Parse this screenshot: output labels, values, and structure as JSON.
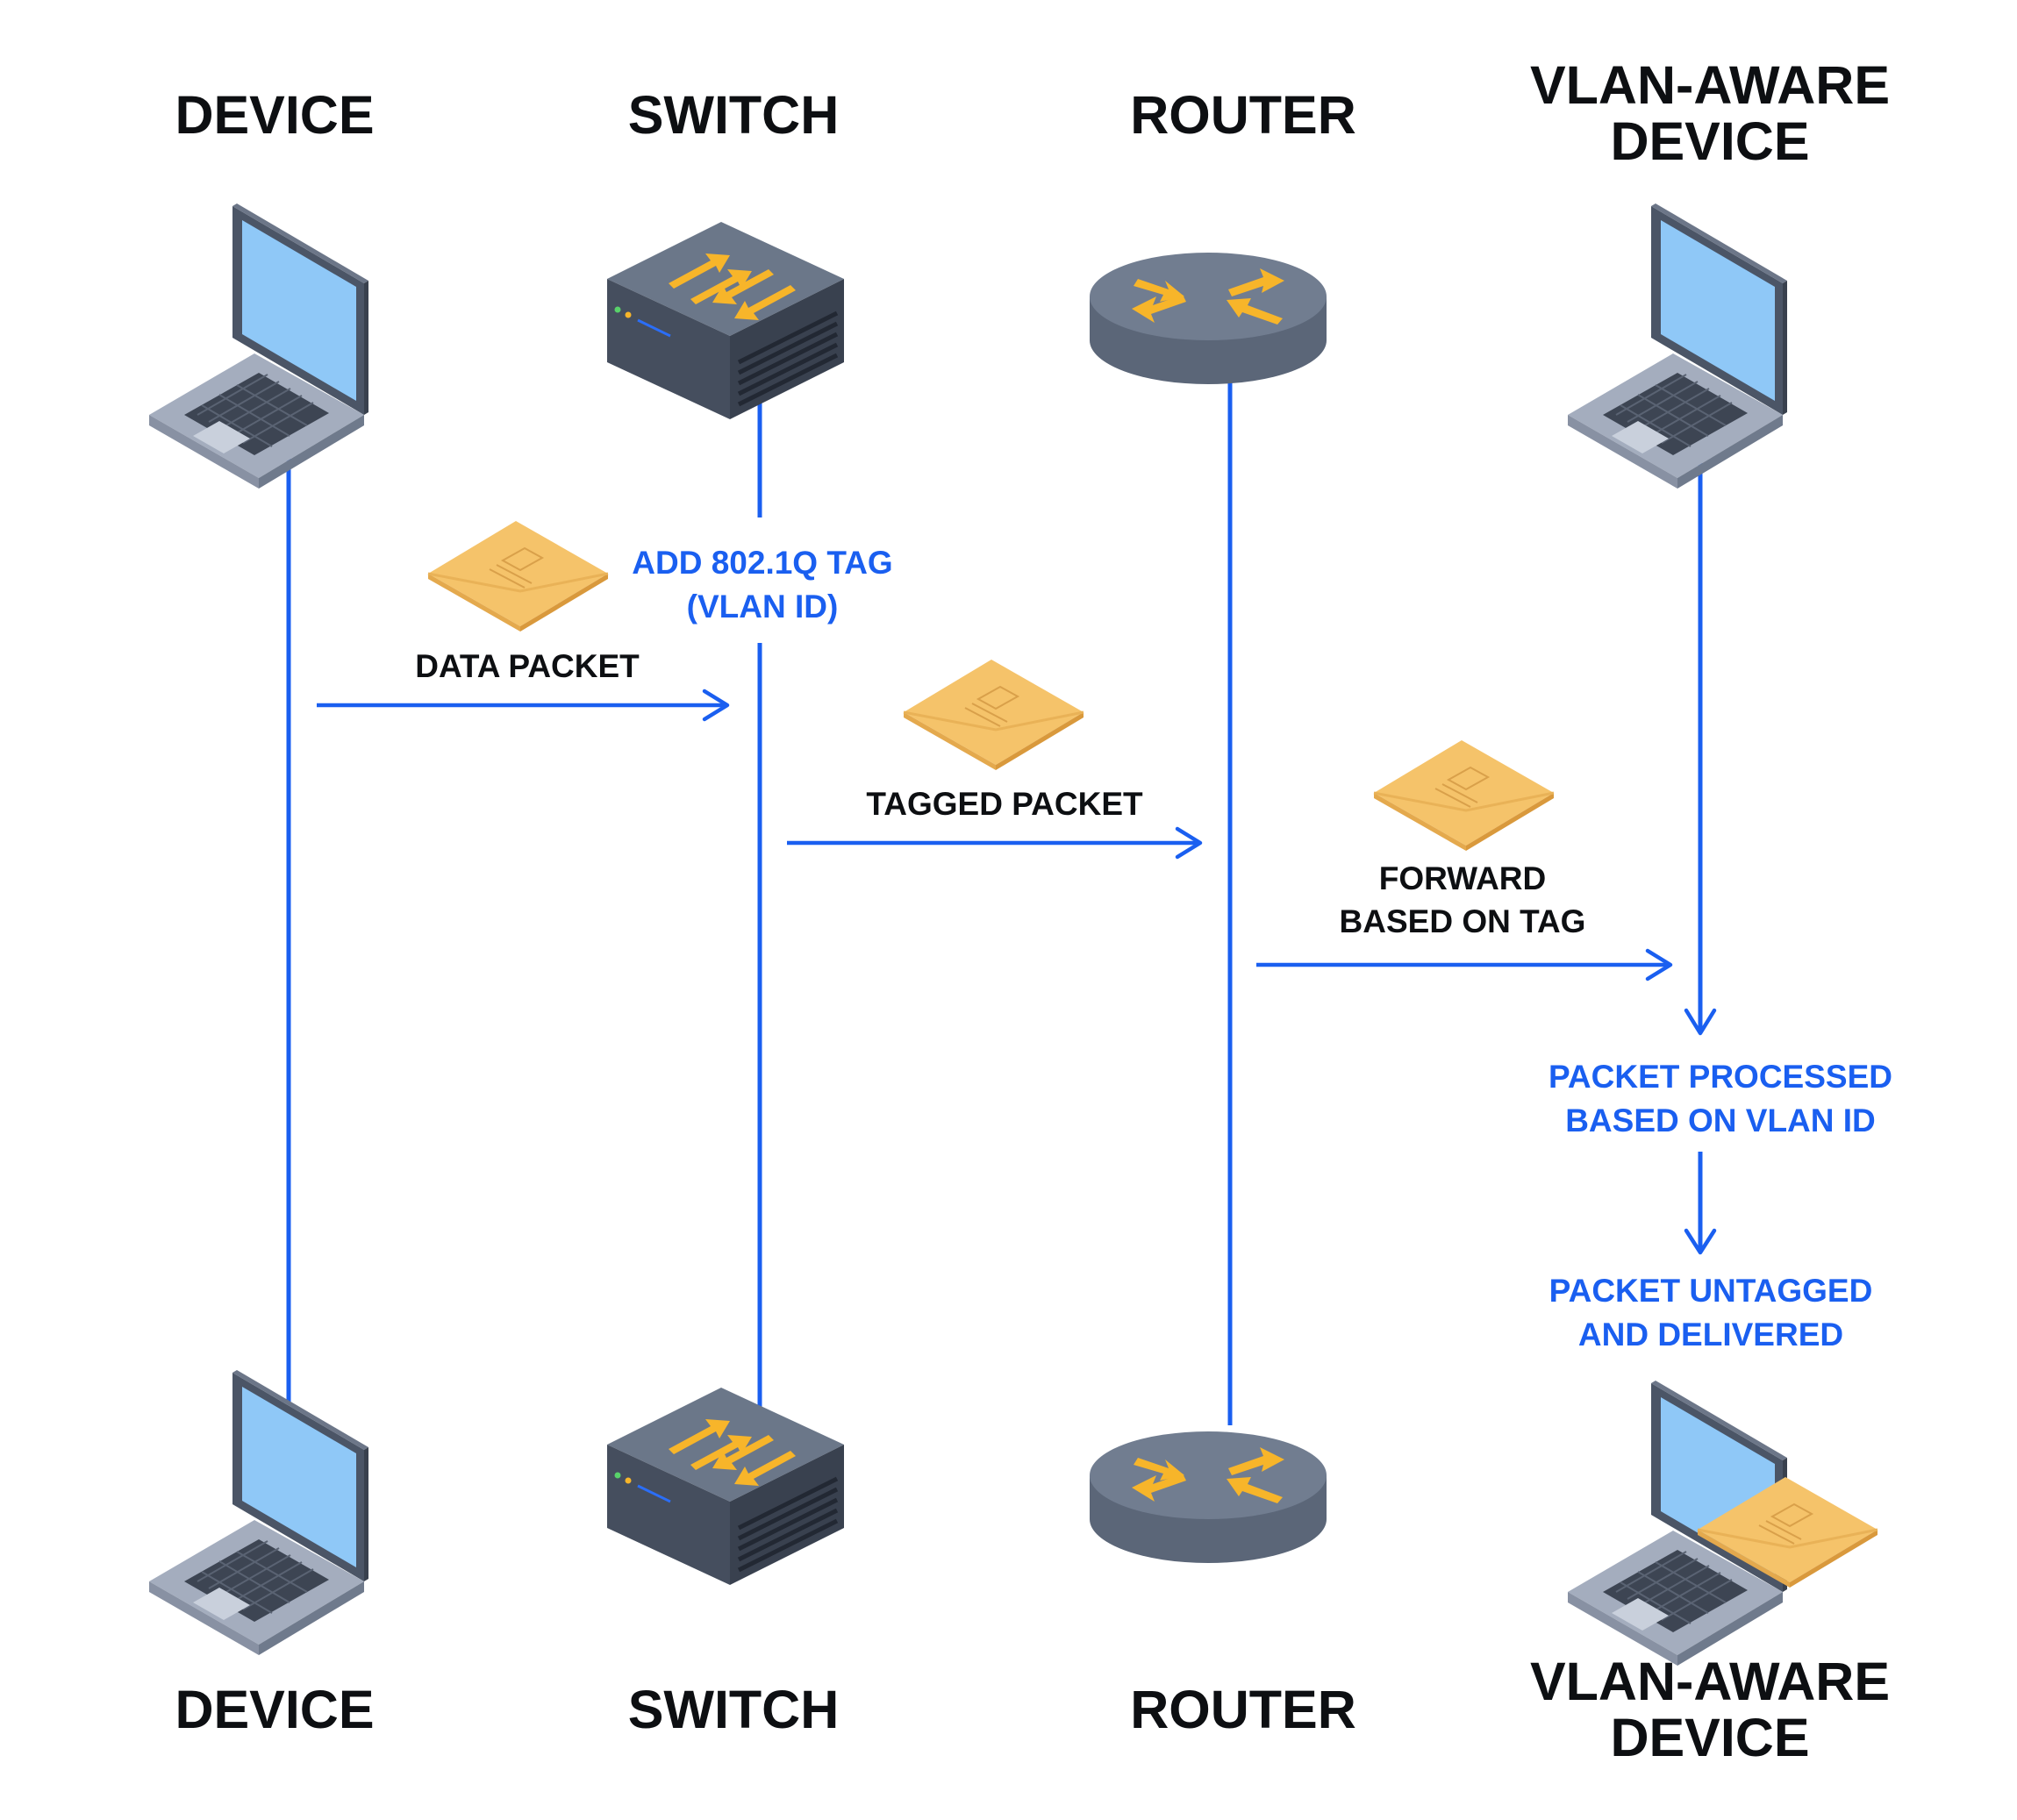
{
  "palette": {
    "line_blue": "#1a5ff0",
    "text_dark": "#0d0f12",
    "envelope": "#f5c36a",
    "device_gray": "#5a6678",
    "screen_blue": "#8fc8f7",
    "arrow_yellow": "#f7b52a"
  },
  "columns": {
    "device": {
      "top_label": "DEVICE",
      "bottom_label": "DEVICE",
      "icon": "laptop-icon"
    },
    "switch": {
      "top_label": "SWITCH",
      "bottom_label": "SWITCH",
      "icon": "switch-icon"
    },
    "router": {
      "top_label": "ROUTER",
      "bottom_label": "ROUTER",
      "icon": "router-icon"
    },
    "vlan_device": {
      "top_label_line1": "VLAN-AWARE",
      "top_label_line2": "DEVICE",
      "bottom_label_line1": "VLAN-AWARE",
      "bottom_label_line2": "DEVICE",
      "icon": "laptop-icon"
    }
  },
  "notes": {
    "switch_note_line1": "ADD 802.1Q TAG",
    "switch_note_line2": "(VLAN ID)",
    "processed_line1": "PACKET PROCESSED",
    "processed_line2": "BASED ON VLAN ID",
    "untagged_line1": "PACKET UNTAGGED",
    "untagged_line2": "AND DELIVERED"
  },
  "messages": {
    "data_packet": "DATA PACKET",
    "tagged_packet": "TAGGED PACKET",
    "forward_line1": "FORWARD",
    "forward_line2": "BASED ON TAG"
  },
  "icons": {
    "packet": "envelope-icon",
    "arrow": "arrow-right-icon"
  }
}
